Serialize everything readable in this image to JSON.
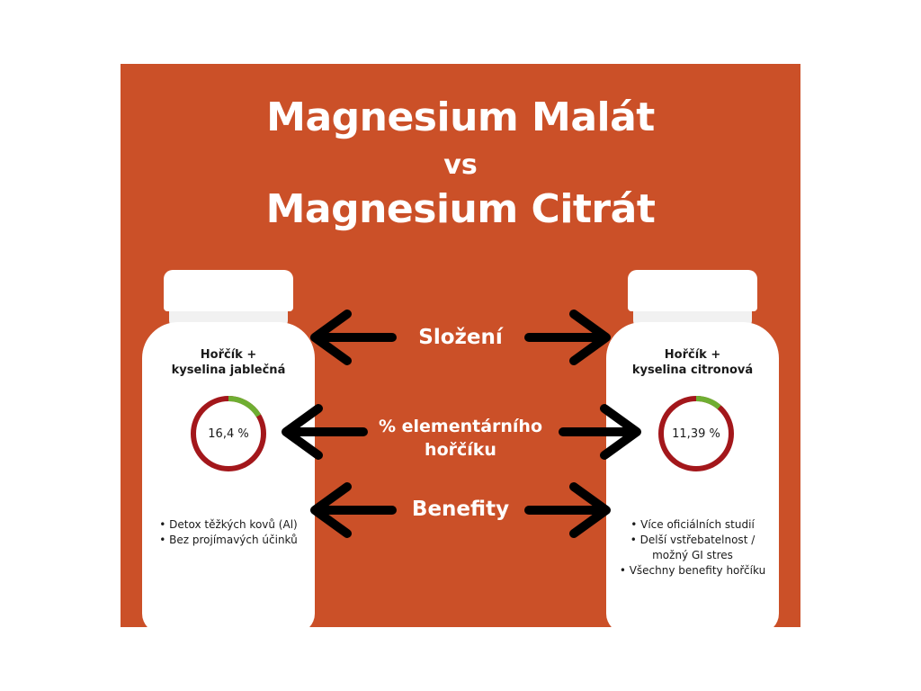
{
  "title": {
    "line1": "Magnesium Malát",
    "vs": "vs",
    "line2": "Magnesium Citrát"
  },
  "colors": {
    "background_panel": "#cb5028",
    "ring_red": "#a3171b",
    "ring_green": "#6fae32",
    "arrow": "#000000",
    "text_white": "#ffffff"
  },
  "comparison_labels": {
    "composition": "Složení",
    "elemental_line1": "% elementárního",
    "elemental_line2": "hořčíku",
    "benefits": "Benefity"
  },
  "left_bottle": {
    "name_line1": "Hořčík +",
    "name_line2": "kyselina jablečná",
    "elemental_percent_text": "16,4 %",
    "elemental_percent": 16.4,
    "benefits": [
      "• Detox těžkých kovů (Al)",
      "• Bez projímavých účinků"
    ]
  },
  "right_bottle": {
    "name_line1": "Hořčík +",
    "name_line2": "kyselina citronová",
    "elemental_percent_text": "11,39 %",
    "elemental_percent": 11.39,
    "benefits": [
      "• Více oficiálních studií",
      "• Delší vstřebatelnost /",
      "možný GI stres",
      "• Všechny benefity hořčíku"
    ]
  },
  "icons": {
    "arrow_left": "arrow-left-icon",
    "arrow_right": "arrow-right-icon"
  }
}
